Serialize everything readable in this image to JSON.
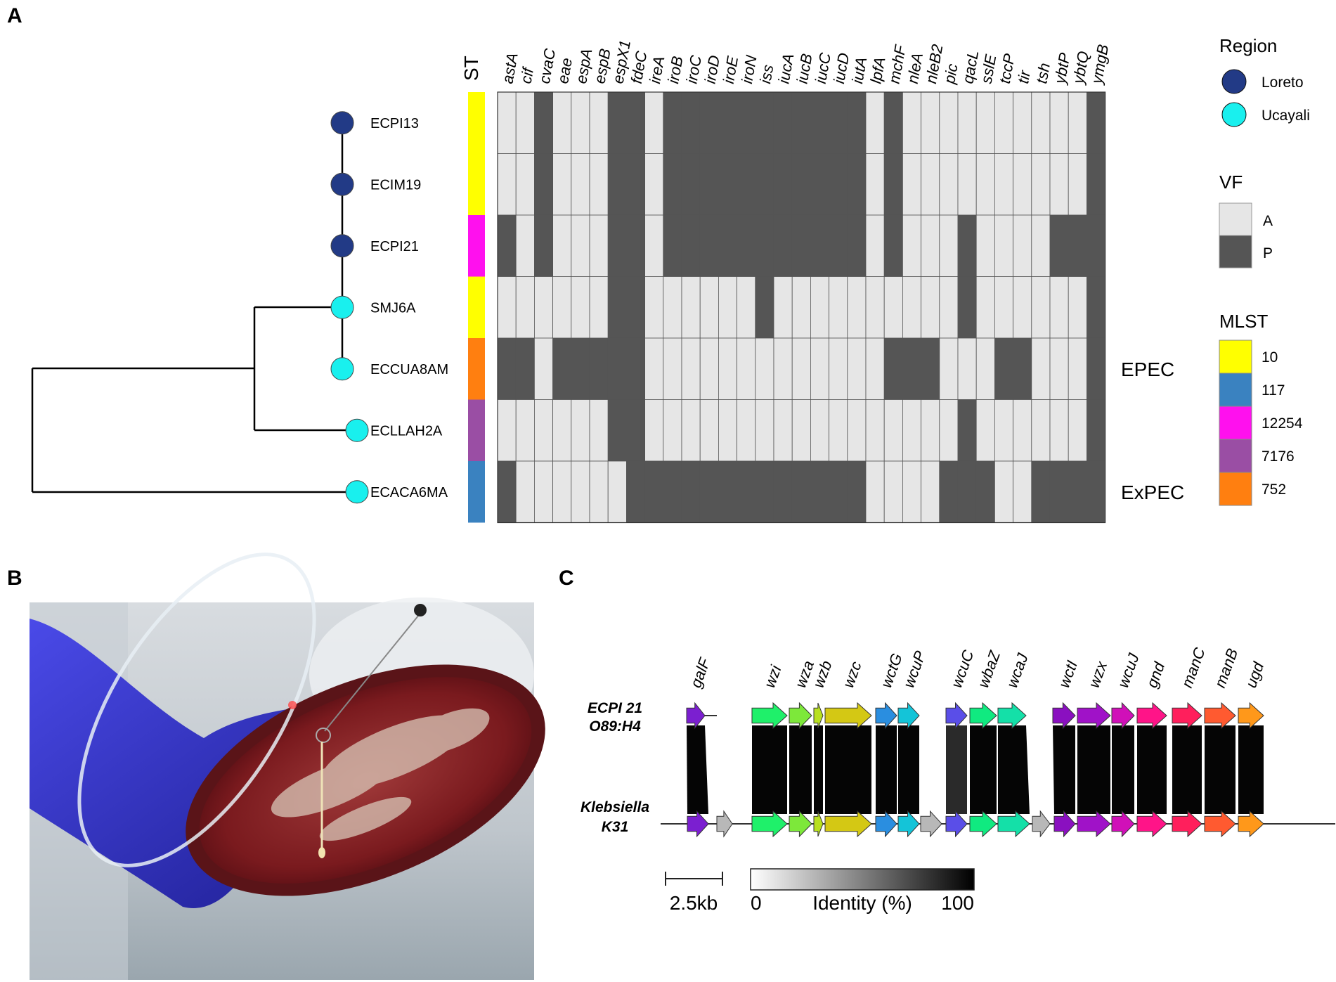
{
  "panels": {
    "a": "A",
    "b": "B",
    "c": "C"
  },
  "panel_a": {
    "st_header": "ST",
    "genes": [
      "astA",
      "cif",
      "cvaC",
      "eae",
      "espA",
      "espB",
      "espX1",
      "fdeC",
      "ireA",
      "iroB",
      "iroC",
      "iroD",
      "iroE",
      "iroN",
      "iss",
      "iucA",
      "iucB",
      "iucC",
      "iucD",
      "iutA",
      "lpfA",
      "mchF",
      "nleA",
      "nleB2",
      "pic",
      "qacL",
      "sslE",
      "tccP",
      "tir",
      "tsh",
      "ybtP",
      "ybtQ",
      "ymgB"
    ],
    "isolates": [
      {
        "name": "ECPI13",
        "region": "Loreto",
        "st": "10",
        "vf": "AAPAAAPPAPPPPPPPPPPPAPAAAAAAAAAAP"
      },
      {
        "name": "ECIM19",
        "region": "Loreto",
        "st": "10",
        "vf": "AAPAAAPPAPPPPPPPPPPPAPAAAAAAAAAAP"
      },
      {
        "name": "ECPI21",
        "region": "Loreto",
        "st": "12254",
        "vf": "PAPAAAPPAPPPPPPPPPPPAPAAAPAAAAPPP"
      },
      {
        "name": "SMJ6A",
        "region": "Ucayali",
        "st": "10",
        "vf": "AAAAAAPPAAAAAAPAAAAAAAAAAPAAAAAAP"
      },
      {
        "name": "ECCUA8AM",
        "region": "Ucayali",
        "st": "752",
        "vf": "PPAPPPPPAAAAAAAAAAAAAPPPAAAPPAAAP"
      },
      {
        "name": "ECLLAH2A",
        "region": "Ucayali",
        "st": "7176",
        "vf": "AAAAAAPPAAAAAAAAAAAAAAAAAPAAAAAAP"
      },
      {
        "name": "ECACA6MA",
        "region": "Ucayali",
        "st": "117",
        "vf": "PAAAAAAPPPPPPPPPPPPPAAAAPPPAAPPPP"
      }
    ],
    "pathotypes": [
      {
        "label": "EPEC",
        "row": 4
      },
      {
        "label": "ExPEC",
        "row": 6
      }
    ],
    "legend": {
      "region": {
        "title": "Region",
        "items": [
          {
            "label": "Loreto",
            "color": "#223a86"
          },
          {
            "label": "Ucayali",
            "color": "#19f0ee"
          }
        ]
      },
      "vf": {
        "title": "VF",
        "items": [
          {
            "label": "A",
            "color": "#e6e6e6"
          },
          {
            "label": "P",
            "color": "#555555"
          }
        ]
      },
      "mlst": {
        "title": "MLST",
        "items": [
          {
            "label": "10",
            "color": "#ffff00"
          },
          {
            "label": "117",
            "color": "#3a82c0"
          },
          {
            "label": "12254",
            "color": "#ff10ee"
          },
          {
            "label": "7176",
            "color": "#9a4ea4"
          },
          {
            "label": "752",
            "color": "#ff7f10"
          }
        ]
      }
    }
  },
  "panel_c": {
    "row_top": [
      "ECPI 21",
      "O89:H4"
    ],
    "row_bottom": [
      "Klebsiella",
      "K31"
    ],
    "genes": [
      {
        "label": "galF",
        "color": "#7b1fd0"
      },
      {
        "label": "wzi",
        "color": "#1ff06a"
      },
      {
        "label": "wza",
        "color": "#7de83a"
      },
      {
        "label": "wzb",
        "color": "#b8e020"
      },
      {
        "label": "wzc",
        "color": "#d4c814"
      },
      {
        "label": "wctG",
        "color": "#2a8ee0"
      },
      {
        "label": "wcuP",
        "color": "#14c4d8"
      },
      {
        "label": "wcuC",
        "color": "#5a4ee8"
      },
      {
        "label": "wbaZ",
        "color": "#10ea80"
      },
      {
        "label": "wcaJ",
        "color": "#14e0a8"
      },
      {
        "label": "wctI",
        "color": "#8a10c0"
      },
      {
        "label": "wzx",
        "color": "#a012c8"
      },
      {
        "label": "wcuJ",
        "color": "#d010b8"
      },
      {
        "label": "gnd",
        "color": "#ff1488"
      },
      {
        "label": "manC",
        "color": "#ff1f5c"
      },
      {
        "label": "manB",
        "color": "#ff5a30"
      },
      {
        "label": "ugd",
        "color": "#ff981a"
      }
    ],
    "scale_label": "2.5kb",
    "identity": {
      "min": "0",
      "title": "Identity (%)",
      "max": "100"
    }
  }
}
